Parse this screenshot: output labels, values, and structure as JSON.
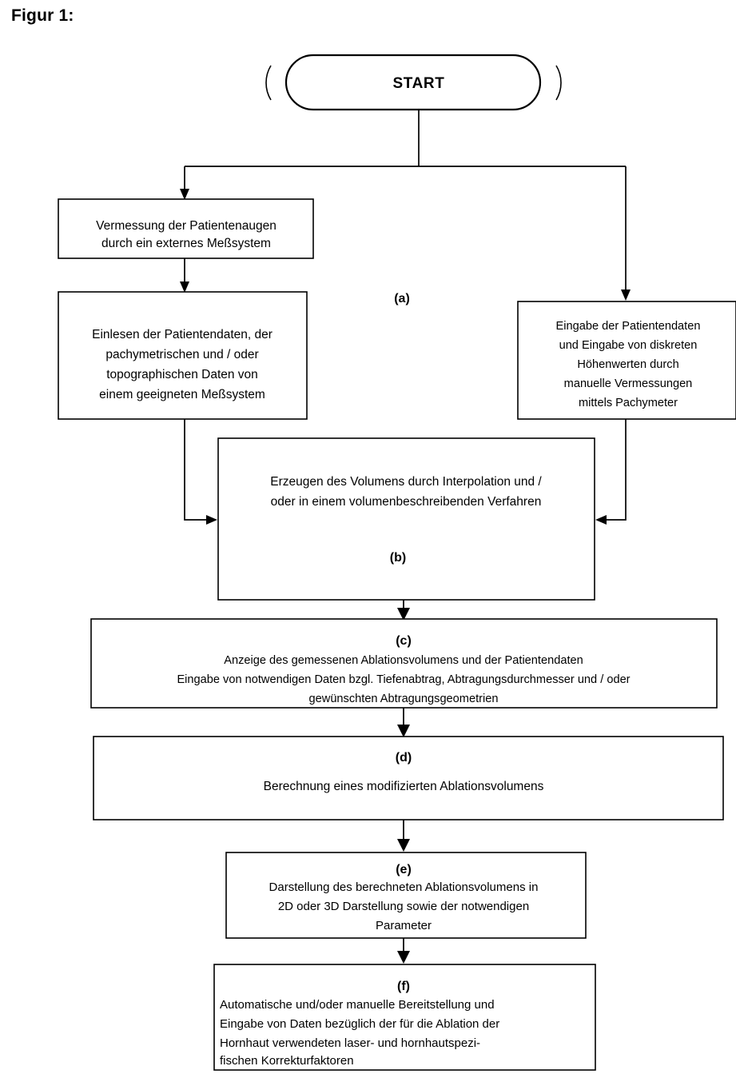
{
  "figure": {
    "caption": "Figur 1:"
  },
  "flowchart": {
    "type": "flowchart",
    "orientation": "top-to-bottom",
    "start": {
      "label": "START",
      "shape": "rounded-terminator"
    },
    "stage_labels": [
      {
        "id": "a",
        "label": "(a)"
      }
    ],
    "nodes": [
      {
        "id": "measure-external",
        "shape": "rectangle",
        "align": "center",
        "lines": [
          "Vermessung der Patientenaugen",
          "durch ein externes Meßsystem"
        ]
      },
      {
        "id": "read-patient-data",
        "shape": "rectangle",
        "align": "center",
        "lines": [
          "Einlesen der Patientendaten, der",
          "pachymetrischen und / oder",
          "topographischen Daten von",
          "einem geeigneten Meßsystem"
        ]
      },
      {
        "id": "manual-input-pachymeter",
        "shape": "rectangle",
        "align": "center",
        "lines": [
          "Eingabe der Patientendaten",
          "und Eingabe von diskreten",
          "Höhenwerten durch",
          "manuelle Vermessungen",
          "mittels Pachymeter"
        ]
      },
      {
        "id": "generate-volume",
        "shape": "rectangle",
        "step": "(b)",
        "align": "center",
        "lines": [
          "Erzeugen des Volumens durch Interpolation und /",
          "oder in einem volumenbeschreibenden Verfahren"
        ]
      },
      {
        "id": "display-and-input",
        "shape": "rectangle",
        "step": "(c)",
        "align": "center",
        "lines": [
          "Anzeige des gemessenen Ablationsvolumens und der Patientendaten",
          "Eingabe von notwendigen Daten bzgl. Tiefenabtrag, Abtragungsdurchmesser und / oder",
          "gewünschten Abtragungsgeometrien"
        ]
      },
      {
        "id": "calculate-modified-volume",
        "shape": "rectangle",
        "step": "(d)",
        "align": "center",
        "lines": [
          "Berechnung eines modifizierten Ablationsvolumens"
        ]
      },
      {
        "id": "render-volume",
        "shape": "rectangle",
        "step": "(e)",
        "align": "center",
        "lines": [
          "Darstellung des berechneten Ablationsvolumens in",
          "2D oder 3D Darstellung sowie der notwendigen",
          "Parameter"
        ]
      },
      {
        "id": "correction-factors",
        "shape": "rectangle",
        "step": "(f)",
        "align": "left",
        "lines": [
          "Automatische und/oder manuelle Bereitstellung und",
          "Eingabe von Daten bezüglich der für die Ablation der",
          "Hornhaut verwendeten laser- und hornhautspezi-",
          "fischen Korrekturfaktoren"
        ]
      }
    ],
    "edges": [
      {
        "from": "start",
        "to": "measure-external",
        "style": "solid-arrow"
      },
      {
        "from": "start",
        "to": "manual-input-pachymeter",
        "style": "solid-arrow"
      },
      {
        "from": "measure-external",
        "to": "read-patient-data",
        "style": "solid-arrow"
      },
      {
        "from": "read-patient-data",
        "to": "generate-volume",
        "style": "solid-arrow"
      },
      {
        "from": "manual-input-pachymeter",
        "to": "generate-volume",
        "style": "solid-arrow"
      },
      {
        "from": "generate-volume",
        "to": "display-and-input",
        "style": "solid-arrow"
      },
      {
        "from": "display-and-input",
        "to": "calculate-modified-volume",
        "style": "solid-arrow"
      },
      {
        "from": "calculate-modified-volume",
        "to": "render-volume",
        "style": "solid-arrow"
      },
      {
        "from": "render-volume",
        "to": "correction-factors",
        "style": "solid-arrow"
      }
    ],
    "colors": {
      "stroke": "#000000",
      "fill": "#ffffff",
      "text": "#000000"
    }
  }
}
